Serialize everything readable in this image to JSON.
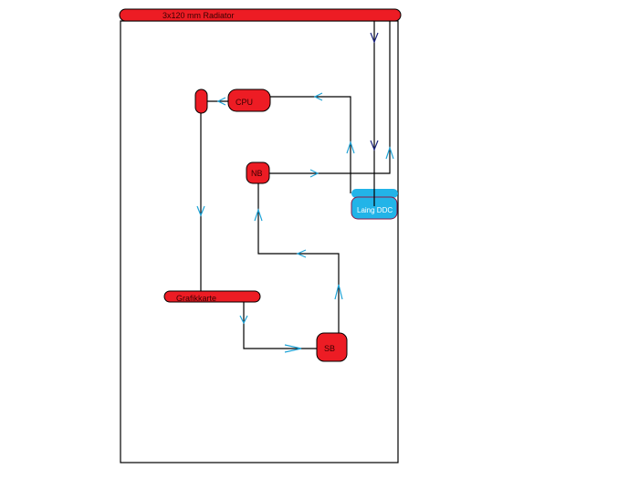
{
  "diagram": {
    "title": "Water cooling loop",
    "nodes": {
      "radiator": "3x120 mm Radiator",
      "cpu": "CPU",
      "nb": "NB",
      "pump": "Laing DDC",
      "gpu": "Grafikkarte",
      "sb": "SB",
      "reservoir": ""
    },
    "colors": {
      "component": "#ed1c24",
      "pump": "#22b4e8",
      "arrow": "#1fa3d6",
      "line": "#000000"
    }
  }
}
